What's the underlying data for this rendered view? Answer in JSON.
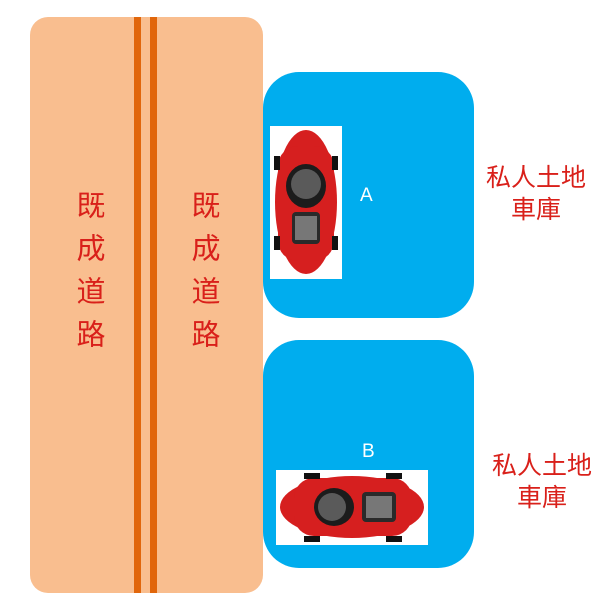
{
  "road": {
    "label_left": "既成道路",
    "label_right": "既成道路",
    "fill_color": "#f9be8f",
    "line_color": "#e1660b",
    "text_color": "#d9201a"
  },
  "garages": [
    {
      "slot": "A",
      "label_line1": "私人土地",
      "label_line2": "車庫",
      "car_orientation": "vertical"
    },
    {
      "slot": "B",
      "label_line1": "私人土地",
      "label_line2": "車庫",
      "car_orientation": "horizontal"
    }
  ],
  "colors": {
    "garage": "#00adee",
    "car": "#d61f1f"
  },
  "icons": {
    "car": "red-sports-car-icon"
  }
}
